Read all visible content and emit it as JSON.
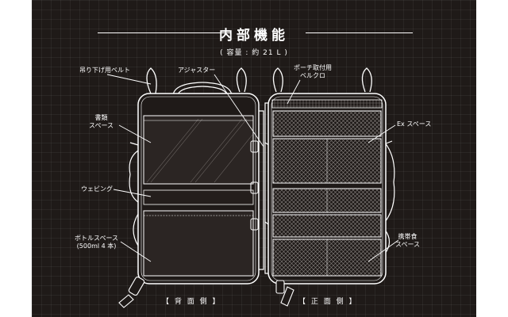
{
  "header": {
    "title": "内部機能",
    "subtitle": "( 容量 : 約 21 L )"
  },
  "labels": {
    "hanging_belt": "吊り下げ用ベルト",
    "adjuster": "アジャスター",
    "pouch_velcro": "ポーチ取付用\nベルクロ",
    "document_space": "書類\nスペース",
    "ex_space": "Ex スペース",
    "webbing": "ウェビング",
    "bottle_space": "ボトルスペース\n(500ml 4 本)",
    "portable_food_space": "携帯食\nスペース"
  },
  "sides": {
    "back": "【 背 面 側 】",
    "front": "【 正 面 側 】"
  },
  "colors": {
    "background": "#1f1a18",
    "line": "#ffffff",
    "mesh": "#8a8582"
  }
}
